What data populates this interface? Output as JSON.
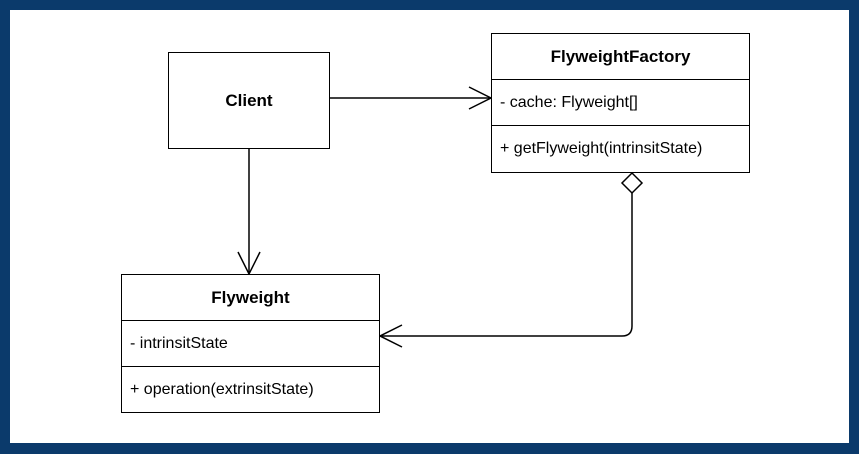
{
  "diagram": {
    "client": {
      "name": "Client"
    },
    "flyweight_factory": {
      "name": "FlyweightFactory",
      "attribute": "- cache: Flyweight[]",
      "operation": "+ getFlyweight(intrinsitState)"
    },
    "flyweight": {
      "name": "Flyweight",
      "attribute": "- intrinsitState",
      "operation": "+ operation(extrinsitState)"
    },
    "relations": [
      {
        "from": "Client",
        "to": "FlyweightFactory",
        "kind": "association"
      },
      {
        "from": "Client",
        "to": "Flyweight",
        "kind": "association"
      },
      {
        "from": "FlyweightFactory",
        "to": "Flyweight",
        "kind": "aggregation"
      }
    ]
  },
  "colors": {
    "frame": "#0b3a6b",
    "canvas": "#ffffff",
    "stroke": "#000000"
  }
}
